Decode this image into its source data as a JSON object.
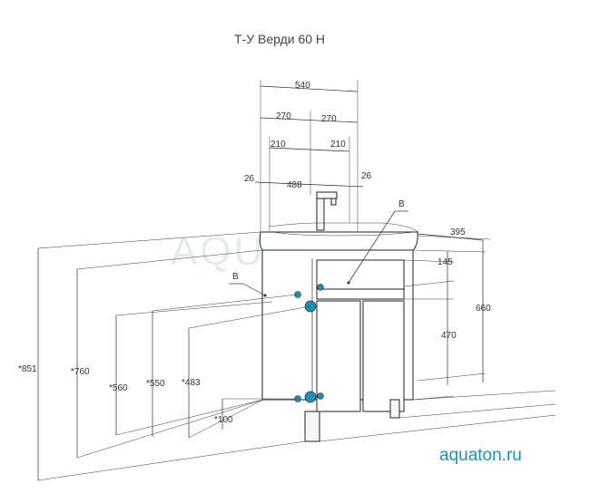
{
  "title": "Т-У Верди 60 Н",
  "watermark": "AQUATON",
  "website": "aquaton.ru",
  "accent_color": "#1f8fb4",
  "dimensions": {
    "top_total": "540",
    "half_left": "270",
    "half_right": "270",
    "inner_left": "210",
    "inner_right": "210",
    "basin": "488",
    "edge_left": "26",
    "edge_right": "26",
    "depth": "395",
    "drawer": "145",
    "door": "470",
    "cabinet_height": "660",
    "h851": "*851",
    "h760": "*760",
    "h560": "*560",
    "h550": "*550",
    "h483": "*483",
    "h100": "*100"
  },
  "labels": {
    "b_top": "В",
    "b_left": "В"
  }
}
